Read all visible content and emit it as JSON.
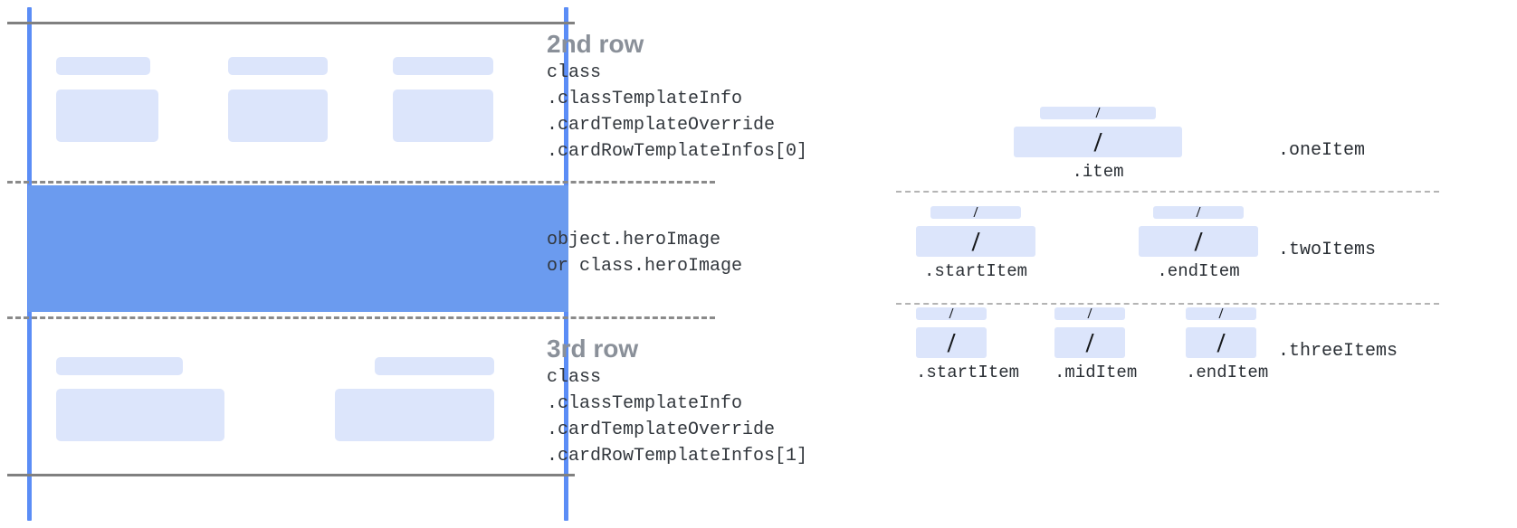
{
  "card_mock": {
    "row2": {
      "heading": "2nd row",
      "code_lines": [
        "class",
        ".classTemplateInfo",
        ".cardTemplateOverride",
        ".cardRowTemplateInfos[0]"
      ],
      "item_count": 3
    },
    "hero": {
      "code_lines": [
        "object.heroImage",
        "or class.heroImage"
      ],
      "fill_color": "#6b9bef"
    },
    "row3": {
      "heading": "3rd row",
      "code_lines": [
        "class",
        ".classTemplateInfo",
        ".cardTemplateOverride",
        ".cardRowTemplateInfos[1]"
      ],
      "item_count": 2
    },
    "placeholder_color": "#dce5fb",
    "guide_color": "#5b8df6",
    "boundary_color": "#808080"
  },
  "template_rows": [
    {
      "row_label": ".oneItem",
      "items": [
        {
          "caption": ".item",
          "glyph": "/"
        }
      ]
    },
    {
      "row_label": ".twoItems",
      "items": [
        {
          "caption": ".startItem",
          "glyph": "/"
        },
        {
          "caption": ".endItem",
          "glyph": "/"
        }
      ]
    },
    {
      "row_label": ".threeItems",
      "items": [
        {
          "caption": ".startItem",
          "glyph": "/"
        },
        {
          "caption": ".midItem",
          "glyph": "/"
        },
        {
          "caption": ".endItem",
          "glyph": "/"
        }
      ]
    }
  ]
}
